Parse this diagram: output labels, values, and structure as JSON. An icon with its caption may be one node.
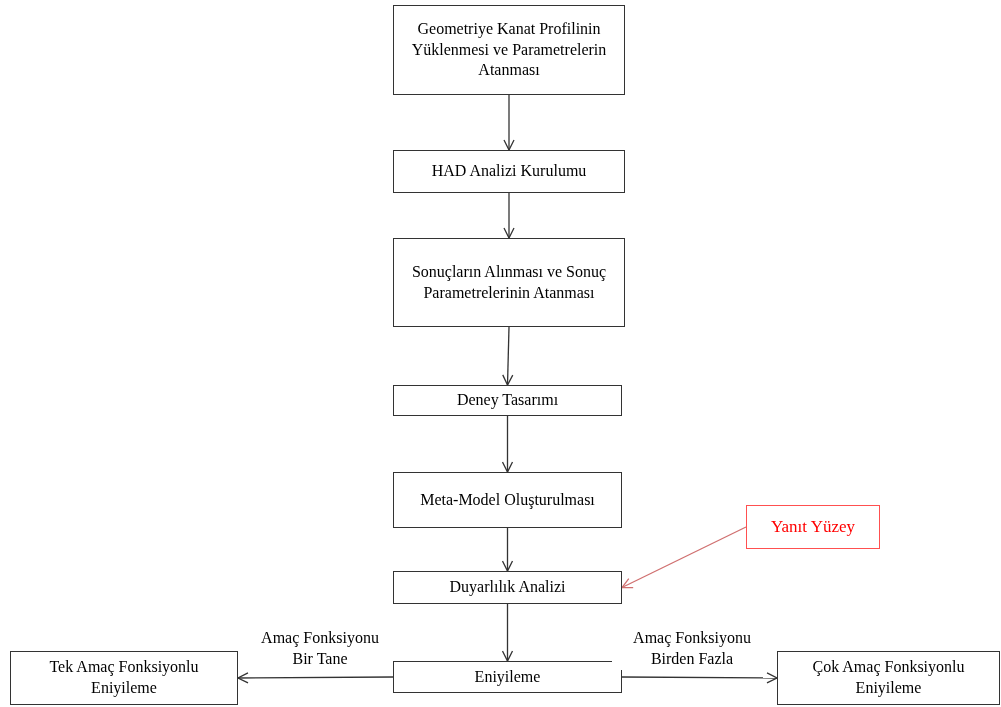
{
  "diagram": {
    "nodes": [
      {
        "text": [
          "Geometriye Kanat Profilinin Yüklenmesi ve Parametrelerin Atanması"
        ]
      },
      {
        "text": [
          "HAD Analizi Kurulumu"
        ]
      },
      {
        "text": [
          "Sonuçların Alınması ve Sonuç Parametrelerinin Atanması"
        ]
      },
      {
        "text": [
          "Deney Tasarımı"
        ]
      },
      {
        "text": [
          "Meta-Model Oluşturulması"
        ]
      },
      {
        "text": [
          "Duyarlılık Analizi"
        ]
      },
      {
        "text": [
          "Eniyileme"
        ]
      },
      {
        "text": [
          "Tek Amaç Fonksiyonlu Eniyileme"
        ]
      },
      {
        "text": [
          "Çok Amaç Fonksiyonlu Eniyileme"
        ]
      },
      {
        "text": [
          "Yanıt Yüzey"
        ]
      }
    ],
    "edges": [
      {
        "from": 0,
        "to": 1,
        "arrow": "to"
      },
      {
        "from": 1,
        "to": 2,
        "arrow": "to"
      },
      {
        "from": 2,
        "to": 3,
        "arrow": "to"
      },
      {
        "from": 3,
        "to": 4,
        "arrow": "to"
      },
      {
        "from": 4,
        "to": 5,
        "arrow": "to"
      },
      {
        "from": 5,
        "to": 6,
        "arrow": "to"
      },
      {
        "from": 6,
        "to": 7,
        "arrow": "to",
        "label": "Amaç Fonksiyonu Bir Tane"
      },
      {
        "from": 6,
        "to": 8,
        "arrow": "to",
        "label": "Amaç Fonksiyonu Birden Fazla"
      },
      {
        "from": 9,
        "to": 5,
        "arrow": "to",
        "color": "#d07070"
      }
    ]
  }
}
